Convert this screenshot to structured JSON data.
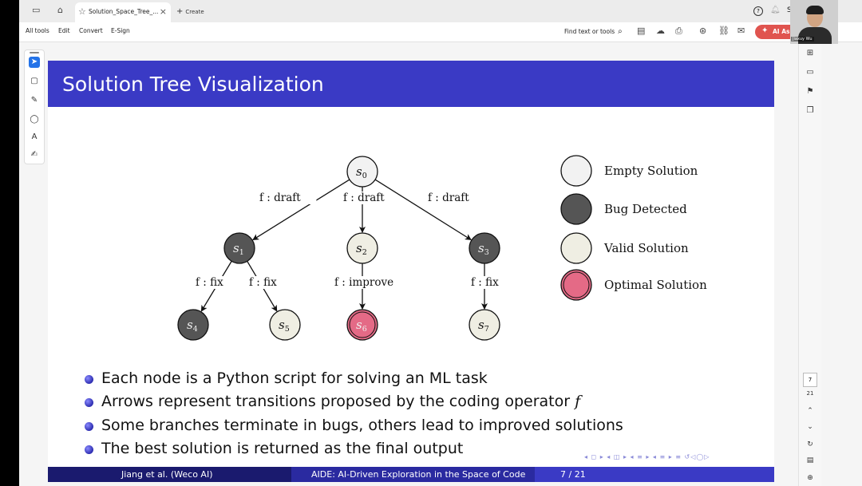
{
  "tabbar": {
    "tab_title": "Solution_Space_Tree_...",
    "tab_close": "×",
    "create_label": "Create",
    "help_icon_text": "?",
    "account_letter": "S"
  },
  "menubar": {
    "items": [
      "All tools",
      "Edit",
      "Convert",
      "E-Sign"
    ],
    "find_label": "Find text or tools",
    "ai_button": "AI Assi"
  },
  "slide": {
    "title": "Solution Tree Visualization",
    "bullets": [
      "Each node is a Python script for solving an ML task",
      "Arrows represent transitions proposed by the coding operator f",
      "Some branches terminate in bugs, others lead to improved solutions",
      "The best solution is returned as the final output"
    ],
    "footer": {
      "authors": "Jiang et al.  (Weco AI)",
      "title": "AIDE: AI-Driven Exploration in the Space of Code",
      "page": "7 / 21"
    },
    "beamer_nav": "◂ ◻ ▸ ◂ ◫ ▸ ◂ ≡ ▸ ◂ ≡ ▸  ≡  ↺◁◯▷"
  },
  "tree": {
    "nodes": [
      {
        "id": "s0",
        "label": "s",
        "sub": "0",
        "state": "empty"
      },
      {
        "id": "s1",
        "label": "s",
        "sub": "1",
        "state": "bug"
      },
      {
        "id": "s2",
        "label": "s",
        "sub": "2",
        "state": "valid"
      },
      {
        "id": "s3",
        "label": "s",
        "sub": "3",
        "state": "bug"
      },
      {
        "id": "s4",
        "label": "s",
        "sub": "4",
        "state": "bug"
      },
      {
        "id": "s5",
        "label": "s",
        "sub": "5",
        "state": "valid"
      },
      {
        "id": "s6",
        "label": "s",
        "sub": "6",
        "state": "optimal"
      },
      {
        "id": "s7",
        "label": "s",
        "sub": "7",
        "state": "valid"
      }
    ],
    "edges": [
      {
        "from": "s0",
        "to": "s1",
        "label": "f : draft"
      },
      {
        "from": "s0",
        "to": "s2",
        "label": "f : draft"
      },
      {
        "from": "s0",
        "to": "s3",
        "label": "f : draft"
      },
      {
        "from": "s1",
        "to": "s4",
        "label": "f : fix"
      },
      {
        "from": "s1",
        "to": "s5",
        "label": "f : fix"
      },
      {
        "from": "s2",
        "to": "s6",
        "label": "f : improve"
      },
      {
        "from": "s3",
        "to": "s7",
        "label": "f : fix"
      }
    ],
    "legend": [
      {
        "state": "empty",
        "label": "Empty Solution"
      },
      {
        "state": "bug",
        "label": "Bug Detected"
      },
      {
        "state": "valid",
        "label": "Valid Solution"
      },
      {
        "state": "optimal",
        "label": "Optimal Solution"
      }
    ],
    "colors": {
      "empty": "#f2f2f2",
      "bug": "#555555",
      "valid": "#efeee3",
      "optimal": "#e46a86"
    }
  },
  "sidepanel": {
    "current_page": "7",
    "total_pages": "21"
  },
  "webcam": {
    "name": "Jiaxuy Wu"
  },
  "colors": {
    "slide_header": "#3a3ac5",
    "ai_button": "#e0544f",
    "active_tool": "#2473e8"
  }
}
